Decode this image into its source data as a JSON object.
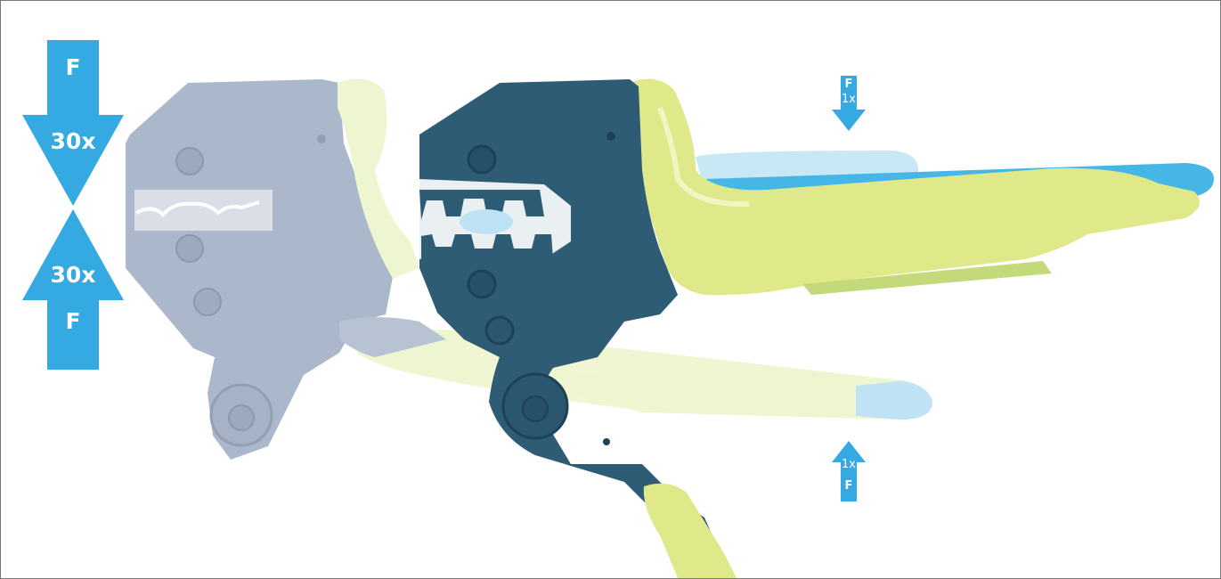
{
  "colors": {
    "arrow": "#35a9e1",
    "ghost_tool": "#a7b4c8",
    "dark_tool": "#2e5c75",
    "handle_yellow": "#dfe98a",
    "handle_pale": "#eef5cf",
    "handle_blue": "#46b6e6",
    "frame": "#777777"
  },
  "labels": {
    "left_top_f": "F",
    "left_top_factor": "30x",
    "left_bottom_factor": "30x",
    "left_bottom_f": "F",
    "right_top_f": "F",
    "right_top_factor": "1x",
    "right_bottom_factor": "1x",
    "right_bottom_f": "F"
  },
  "icons": {
    "left_top_arrow": "arrow-down-icon",
    "left_bottom_arrow": "arrow-up-icon",
    "right_top_arrow": "arrow-down-icon",
    "right_bottom_arrow": "arrow-up-icon"
  }
}
